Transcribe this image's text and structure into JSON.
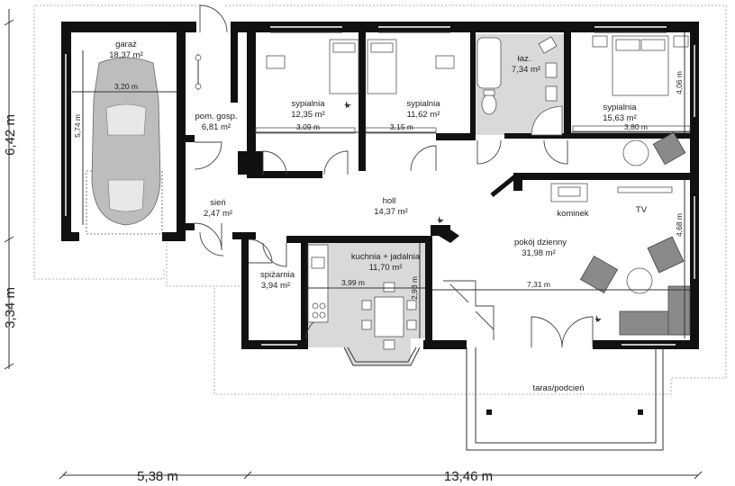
{
  "rooms": [
    {
      "id": "garaz",
      "name": "garaż",
      "area": "18,37 m²"
    },
    {
      "id": "pom-gosp",
      "name": "pom. gosp.",
      "area": "6,81 m²"
    },
    {
      "id": "sypialnia1",
      "name": "sypialnia",
      "area": "12,35 m²"
    },
    {
      "id": "sypialnia2",
      "name": "sypialnia",
      "area": "11,62 m²"
    },
    {
      "id": "laz",
      "name": "łaz.",
      "area": "7,34 m²"
    },
    {
      "id": "sypialnia3",
      "name": "sypialnia",
      "area": "15,63 m²"
    },
    {
      "id": "sien",
      "name": "sień",
      "area": "2,47 m²"
    },
    {
      "id": "holl",
      "name": "holl",
      "area": "14,37 m²"
    },
    {
      "id": "pokoj",
      "name": "pokój dzienny",
      "area": "31,98 m²"
    },
    {
      "id": "kuchnia",
      "name": "kuchnia + jadalnia",
      "area": "11,70 m²"
    },
    {
      "id": "spizarnia",
      "name": "spiżarnia",
      "area": "3,94 m²"
    }
  ],
  "labels": {
    "kominek": "kominek",
    "tv": "TV",
    "taras": "taras/podcień"
  },
  "dimensions": {
    "garaz_width": "3,20 m",
    "garaz_depth": "5,74 m",
    "syp1_width": "3,09 m",
    "syp2_width": "3,15 m",
    "syp3_width": "3,80 m",
    "syp3_depth": "4,06 m",
    "pokoj_width": "7,31 m",
    "pokoj_depth": "4,68 m",
    "kuchnia_width": "3,99 m",
    "kuchnia_depth": "2,93 m",
    "overall_left_top": "6,42 m",
    "overall_left_bottom": "3,34 m",
    "overall_bottom_left": "5,38 m",
    "overall_bottom_right": "13,46 m"
  }
}
